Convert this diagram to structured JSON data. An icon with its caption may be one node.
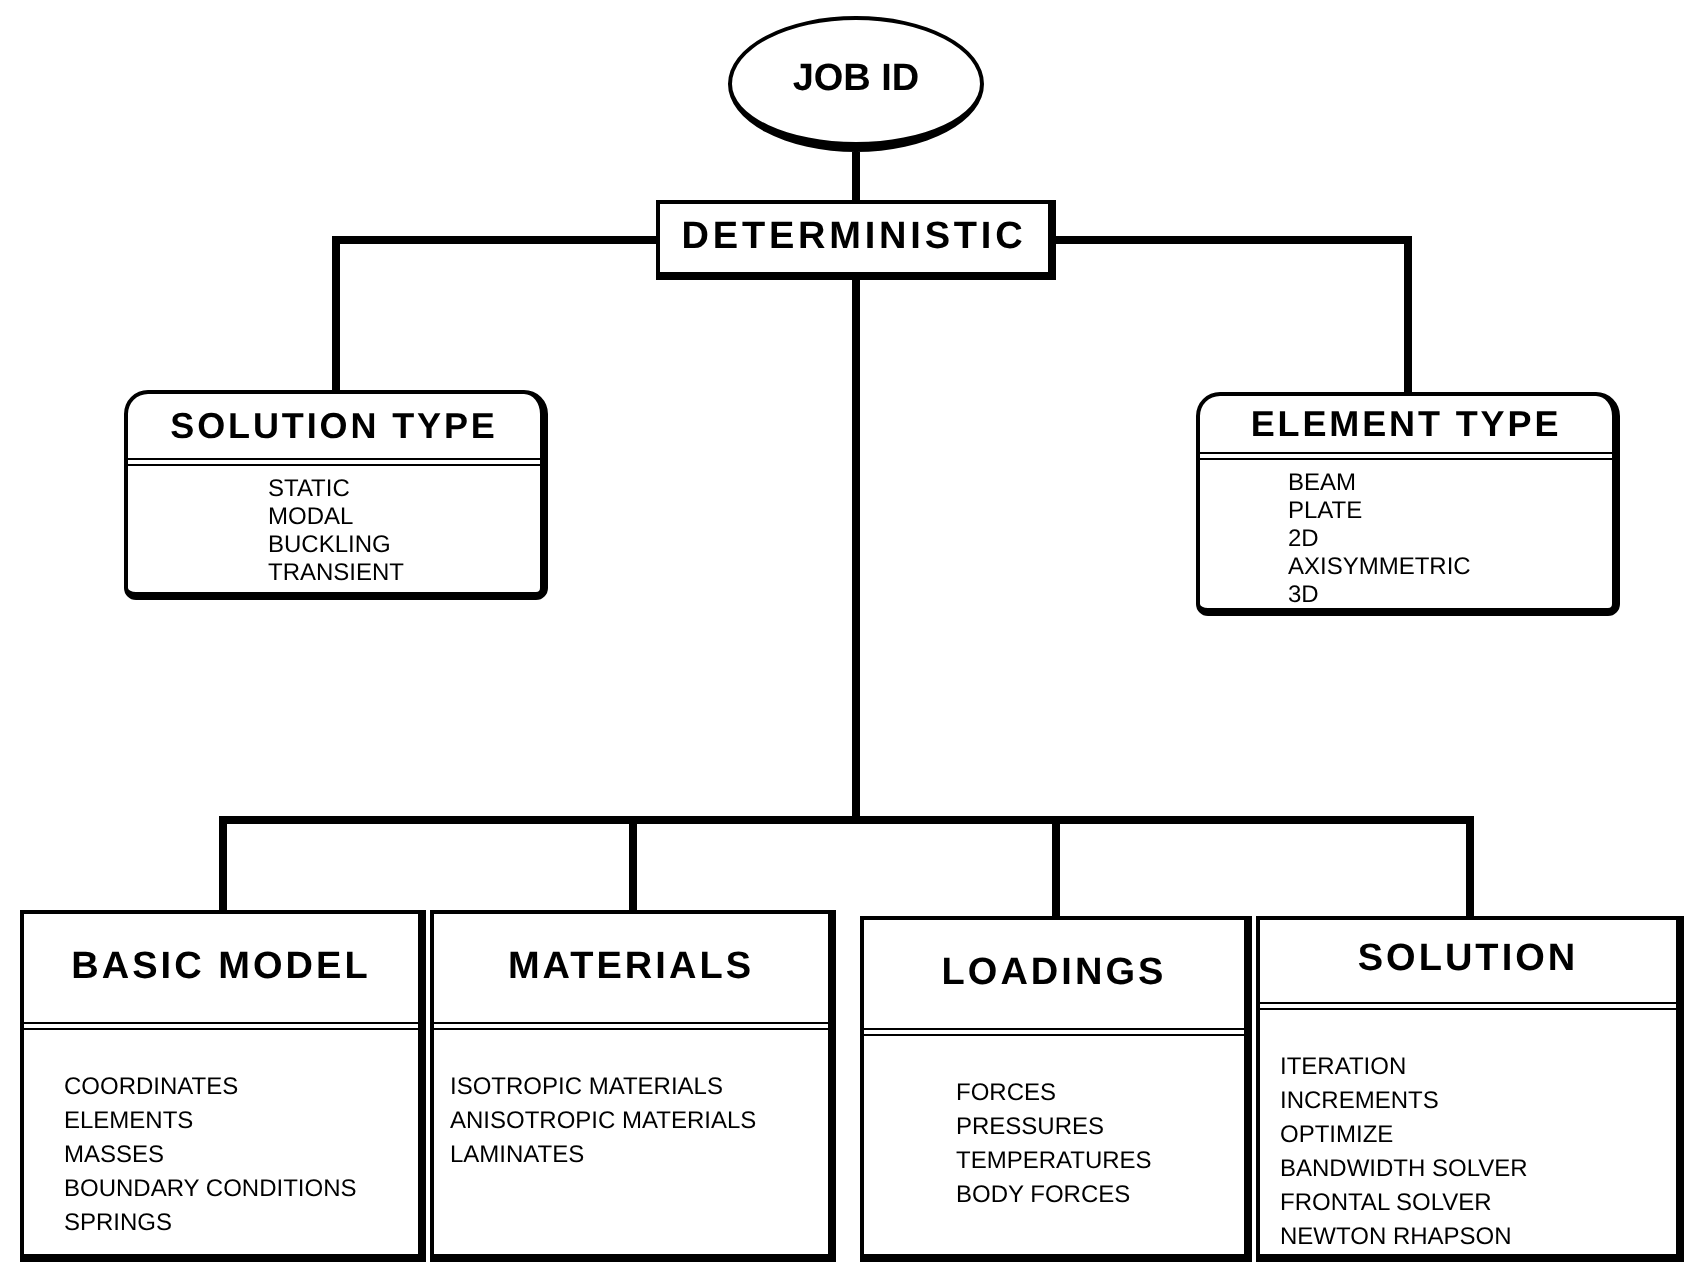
{
  "diagram": {
    "nodes": [
      {
        "text": [
          "JOB ID"
        ]
      },
      {
        "text": [
          "DETERMINISTIC"
        ]
      },
      {
        "text": [
          "SOLUTION TYPE",
          "STATIC",
          "MODAL",
          "BUCKLING",
          "TRANSIENT"
        ]
      },
      {
        "text": [
          "ELEMENT TYPE",
          "BEAM",
          "PLATE",
          "2D",
          "AXISYMMETRIC",
          "3D"
        ]
      },
      {
        "text": [
          "BASIC MODEL",
          "COORDINATES",
          "ELEMENTS",
          "MASSES",
          "BOUNDARY CONDITIONS",
          "SPRINGS"
        ]
      },
      {
        "text": [
          "MATERIALS",
          "ISOTROPIC MATERIALS",
          "ANISOTROPIC MATERIALS",
          "LAMINATES"
        ]
      },
      {
        "text": [
          "LOADINGS",
          "FORCES",
          "PRESSURES",
          "TEMPERATURES",
          "BODY FORCES"
        ]
      },
      {
        "text": [
          "SOLUTION",
          "ITERATION",
          "INCREMENTS",
          "OPTIMIZE",
          "BANDWIDTH SOLVER",
          "FRONTAL SOLVER",
          "NEWTON RHAPSON"
        ]
      }
    ],
    "edges": [
      {
        "from": 0,
        "to": 1,
        "arrow": "none"
      },
      {
        "from": 1,
        "to": 2,
        "arrow": "none"
      },
      {
        "from": 1,
        "to": 3,
        "arrow": "none"
      },
      {
        "from": 1,
        "to": 4,
        "arrow": "none"
      },
      {
        "from": 1,
        "to": 5,
        "arrow": "none"
      },
      {
        "from": 1,
        "to": 6,
        "arrow": "none"
      },
      {
        "from": 1,
        "to": 7,
        "arrow": "none"
      }
    ]
  }
}
